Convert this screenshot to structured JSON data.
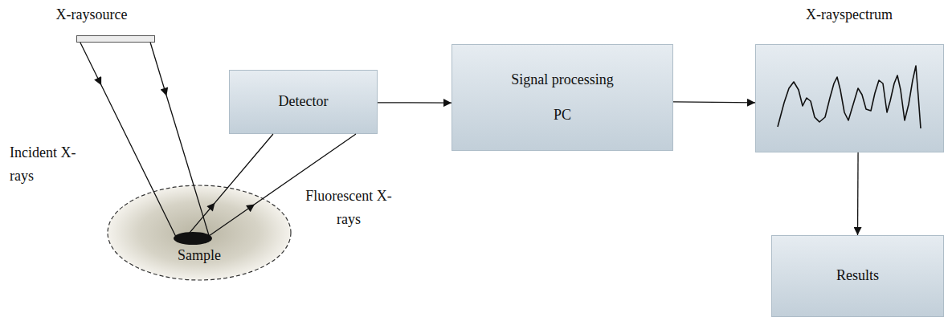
{
  "diagram": {
    "nodes": [
      {
        "text": [
          "X-raysource"
        ]
      },
      {
        "text": [
          "Sample"
        ]
      },
      {
        "text": [
          "Detector"
        ]
      },
      {
        "text": [
          "Signal processing",
          "PC"
        ]
      },
      {
        "text": [
          "X-rayspectrum"
        ]
      },
      {
        "text": [
          "Results"
        ]
      }
    ],
    "edges": [
      {
        "from": 0,
        "to": 1,
        "arrow": "to"
      },
      {
        "from": 0,
        "to": 1,
        "arrow": "to"
      },
      {
        "from": 1,
        "to": 2,
        "arrow": "to"
      },
      {
        "from": 1,
        "to": 2,
        "arrow": "to"
      },
      {
        "from": 2,
        "to": 3,
        "arrow": "to"
      },
      {
        "from": 3,
        "to": 4,
        "arrow": "to"
      },
      {
        "from": 4,
        "to": 5,
        "arrow": "to"
      }
    ],
    "labels": [
      "Incident X-rays",
      "Fluorescent X-rays"
    ]
  }
}
